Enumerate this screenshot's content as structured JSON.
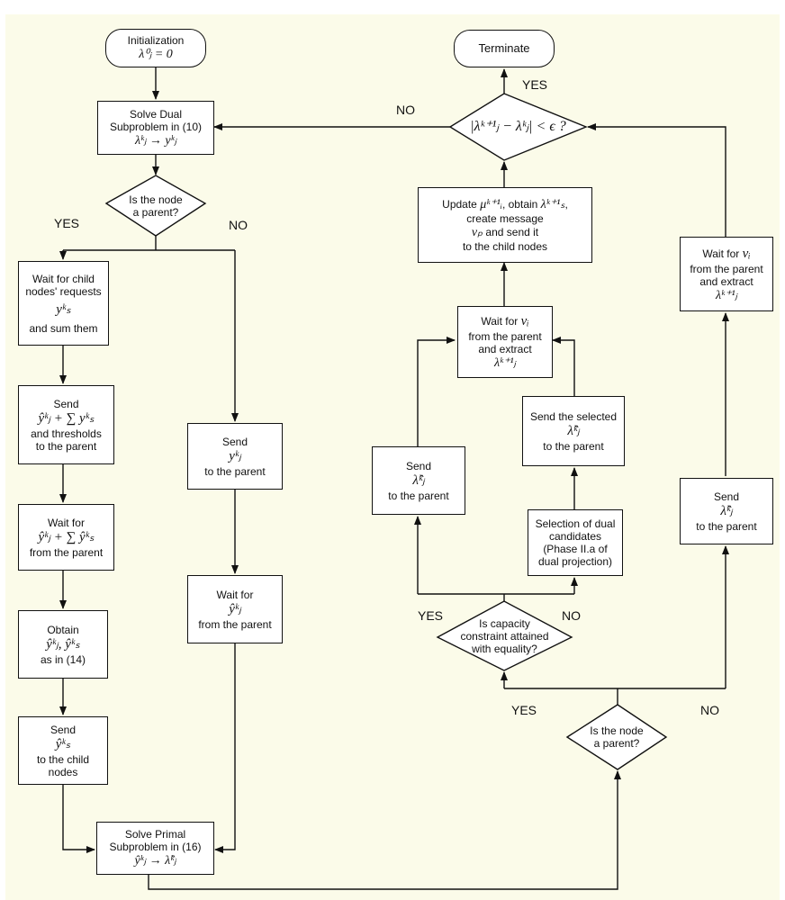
{
  "nodes": {
    "init": {
      "l1": "Initialization",
      "m1": "λ⁰ⱼ = 0"
    },
    "terminate": {
      "l1": "Terminate"
    },
    "solve_dual": {
      "l1": "Solve Dual",
      "l2": "Subproblem in (10)",
      "m1": "λᵏⱼ → yᵏⱼ"
    },
    "parent_q1": {
      "l1": "Is the node",
      "l2": "a parent?"
    },
    "wait_child": {
      "l1": "Wait for child",
      "l2": "nodes' requests",
      "m1": "yᵏₛ",
      "l3": "and sum them"
    },
    "send_sum": {
      "l1": "Send",
      "m1": "ŷᵏⱼ + ∑ yᵏₛ",
      "l2": "and thresholds",
      "l3": "to the parent"
    },
    "wait_parent_sum": {
      "l1": "Wait for",
      "m1": "ŷᵏⱼ + ∑ ŷᵏₛ",
      "l2": "from the parent"
    },
    "obtain": {
      "l1": "Obtain",
      "m1": "ŷᵏⱼ, ŷᵏₛ",
      "l2": "as in (14)"
    },
    "send_child": {
      "l1": "Send",
      "m1": "ŷᵏₛ",
      "l2": "to the child",
      "l3": "nodes"
    },
    "send_y_parent": {
      "l1": "Send",
      "m1": "yᵏⱼ",
      "l2": "to the parent"
    },
    "wait_yhat": {
      "l1": "Wait for",
      "m1": "ŷᵏⱼ",
      "l2": "from the parent"
    },
    "solve_primal": {
      "l1": "Solve Primal",
      "l2": "Subproblem in (16)",
      "m1": "ŷᵏⱼ → λ̂ᵏⱼ"
    },
    "conv_check": {
      "m1": "|λᵏ⁺¹ⱼ − λᵏⱼ| < ϵ ?"
    },
    "update_mu": {
      "p1a": "Update ",
      "p1m": "μᵏ⁺¹ᵢ",
      "p1b": ", obtain ",
      "p1m2": "λᵏ⁺¹ₛ",
      "p1c": ",",
      "l2": "create message",
      "p3m": "vₚ",
      "p3": " and send it",
      "l4": "to the child nodes"
    },
    "wait_vi_mid": {
      "l1": "Wait for ",
      "m1": "vᵢ",
      "l2": "from the parent",
      "l3": "and extract",
      "m2": "λᵏ⁺¹ⱼ"
    },
    "wait_vi_right": {
      "l1": "Wait for ",
      "m1": "vᵢ",
      "l2": "from the parent",
      "l3": "and extract",
      "m2": "λᵏ⁺¹ⱼ"
    },
    "send_lam_left": {
      "l1": "Send",
      "m1": "λ̂ᵏⱼ",
      "l2": "to the parent"
    },
    "send_selected": {
      "l1": "Send the selected",
      "m1": "λ̂ᵏⱼ",
      "l2": "to the parent"
    },
    "selection": {
      "l1": "Selection of dual",
      "l2": "candidates",
      "l3": "(Phase II.a of",
      "l4": "dual projection)"
    },
    "capacity_q": {
      "l1": "Is capacity",
      "l2": "constraint attained",
      "l3": "with equality?"
    },
    "parent_q2": {
      "l1": "Is the node",
      "l2": "a parent?"
    },
    "send_lam_right": {
      "l1": "Send",
      "m1": "λ̂ᵏⱼ",
      "l2": "to the parent"
    }
  },
  "labels": {
    "yes_term": "YES",
    "no_conv": "NO",
    "yes_parent1": "YES",
    "no_parent1": "NO",
    "yes_capacity": "YES",
    "no_capacity": "NO",
    "yes_parent2": "YES",
    "no_parent2": "NO"
  }
}
